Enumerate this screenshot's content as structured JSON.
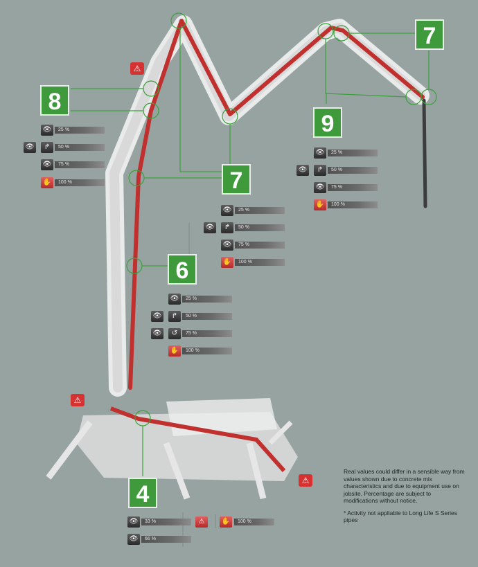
{
  "sections": [
    {
      "label": "8",
      "rows": [
        {
          "icons": [
            "eye-icon"
          ],
          "pct": "25 %"
        },
        {
          "icons": [
            "eye-icon",
            "turn-arrow-icon"
          ],
          "pct": "50 %"
        },
        {
          "icons": [
            "eye-icon"
          ],
          "pct": "75 %"
        },
        {
          "icons": [
            "replace-red-icon"
          ],
          "pct": "100 %"
        }
      ]
    },
    {
      "label": "9",
      "rows": [
        {
          "icons": [
            "eye-icon"
          ],
          "pct": "25 %"
        },
        {
          "icons": [
            "eye-icon",
            "turn-arrow-icon"
          ],
          "pct": "50 %"
        },
        {
          "icons": [
            "eye-icon"
          ],
          "pct": "75 %"
        },
        {
          "icons": [
            "replace-red-icon"
          ],
          "pct": "100 %"
        }
      ]
    },
    {
      "label": "7",
      "rows": [
        {
          "icons": [
            "eye-icon"
          ],
          "pct": "25 %"
        },
        {
          "icons": [
            "eye-icon",
            "turn-arrow-icon"
          ],
          "pct": "50 %"
        },
        {
          "icons": [
            "eye-icon"
          ],
          "pct": "75 %"
        },
        {
          "icons": [
            "replace-red-icon"
          ],
          "pct": "100 %"
        }
      ]
    },
    {
      "label": "6",
      "rows": [
        {
          "icons": [
            "eye-icon"
          ],
          "pct": "25 %"
        },
        {
          "icons": [
            "eye-icon",
            "turn-arrow-icon"
          ],
          "pct": "50 %"
        },
        {
          "icons": [
            "eye-icon",
            "rotate-icon"
          ],
          "pct": "75 %"
        },
        {
          "icons": [
            "replace-red-icon"
          ],
          "pct": "100 %"
        }
      ]
    },
    {
      "label": "4",
      "rows": [
        {
          "icons": [
            "eye-icon"
          ],
          "pct": "33 %"
        },
        {
          "icons": [
            "eye-icon"
          ],
          "pct": "66 %"
        }
      ]
    }
  ],
  "top_label": "7",
  "section4_extra_pct": "100 %",
  "notes": [
    "Real values could differ in a sensible way from values shown due to concrete mix characteristics and due to equipment use on jobsite. Percentage are subject to modifications without notice.",
    "* Activity not appliable to Long Life S Series pipes"
  ],
  "colors": {
    "background": "#96a3a1",
    "badge": "#3f9a3c",
    "pipe": "#c0302e",
    "boom": "#ececec",
    "leader": "#3aa13a"
  },
  "icons": {
    "eye-icon": "👁",
    "turn-arrow-icon": "↱",
    "rotate-icon": "↺",
    "replace-red-icon": "✋",
    "warning-icon": "⚠"
  }
}
